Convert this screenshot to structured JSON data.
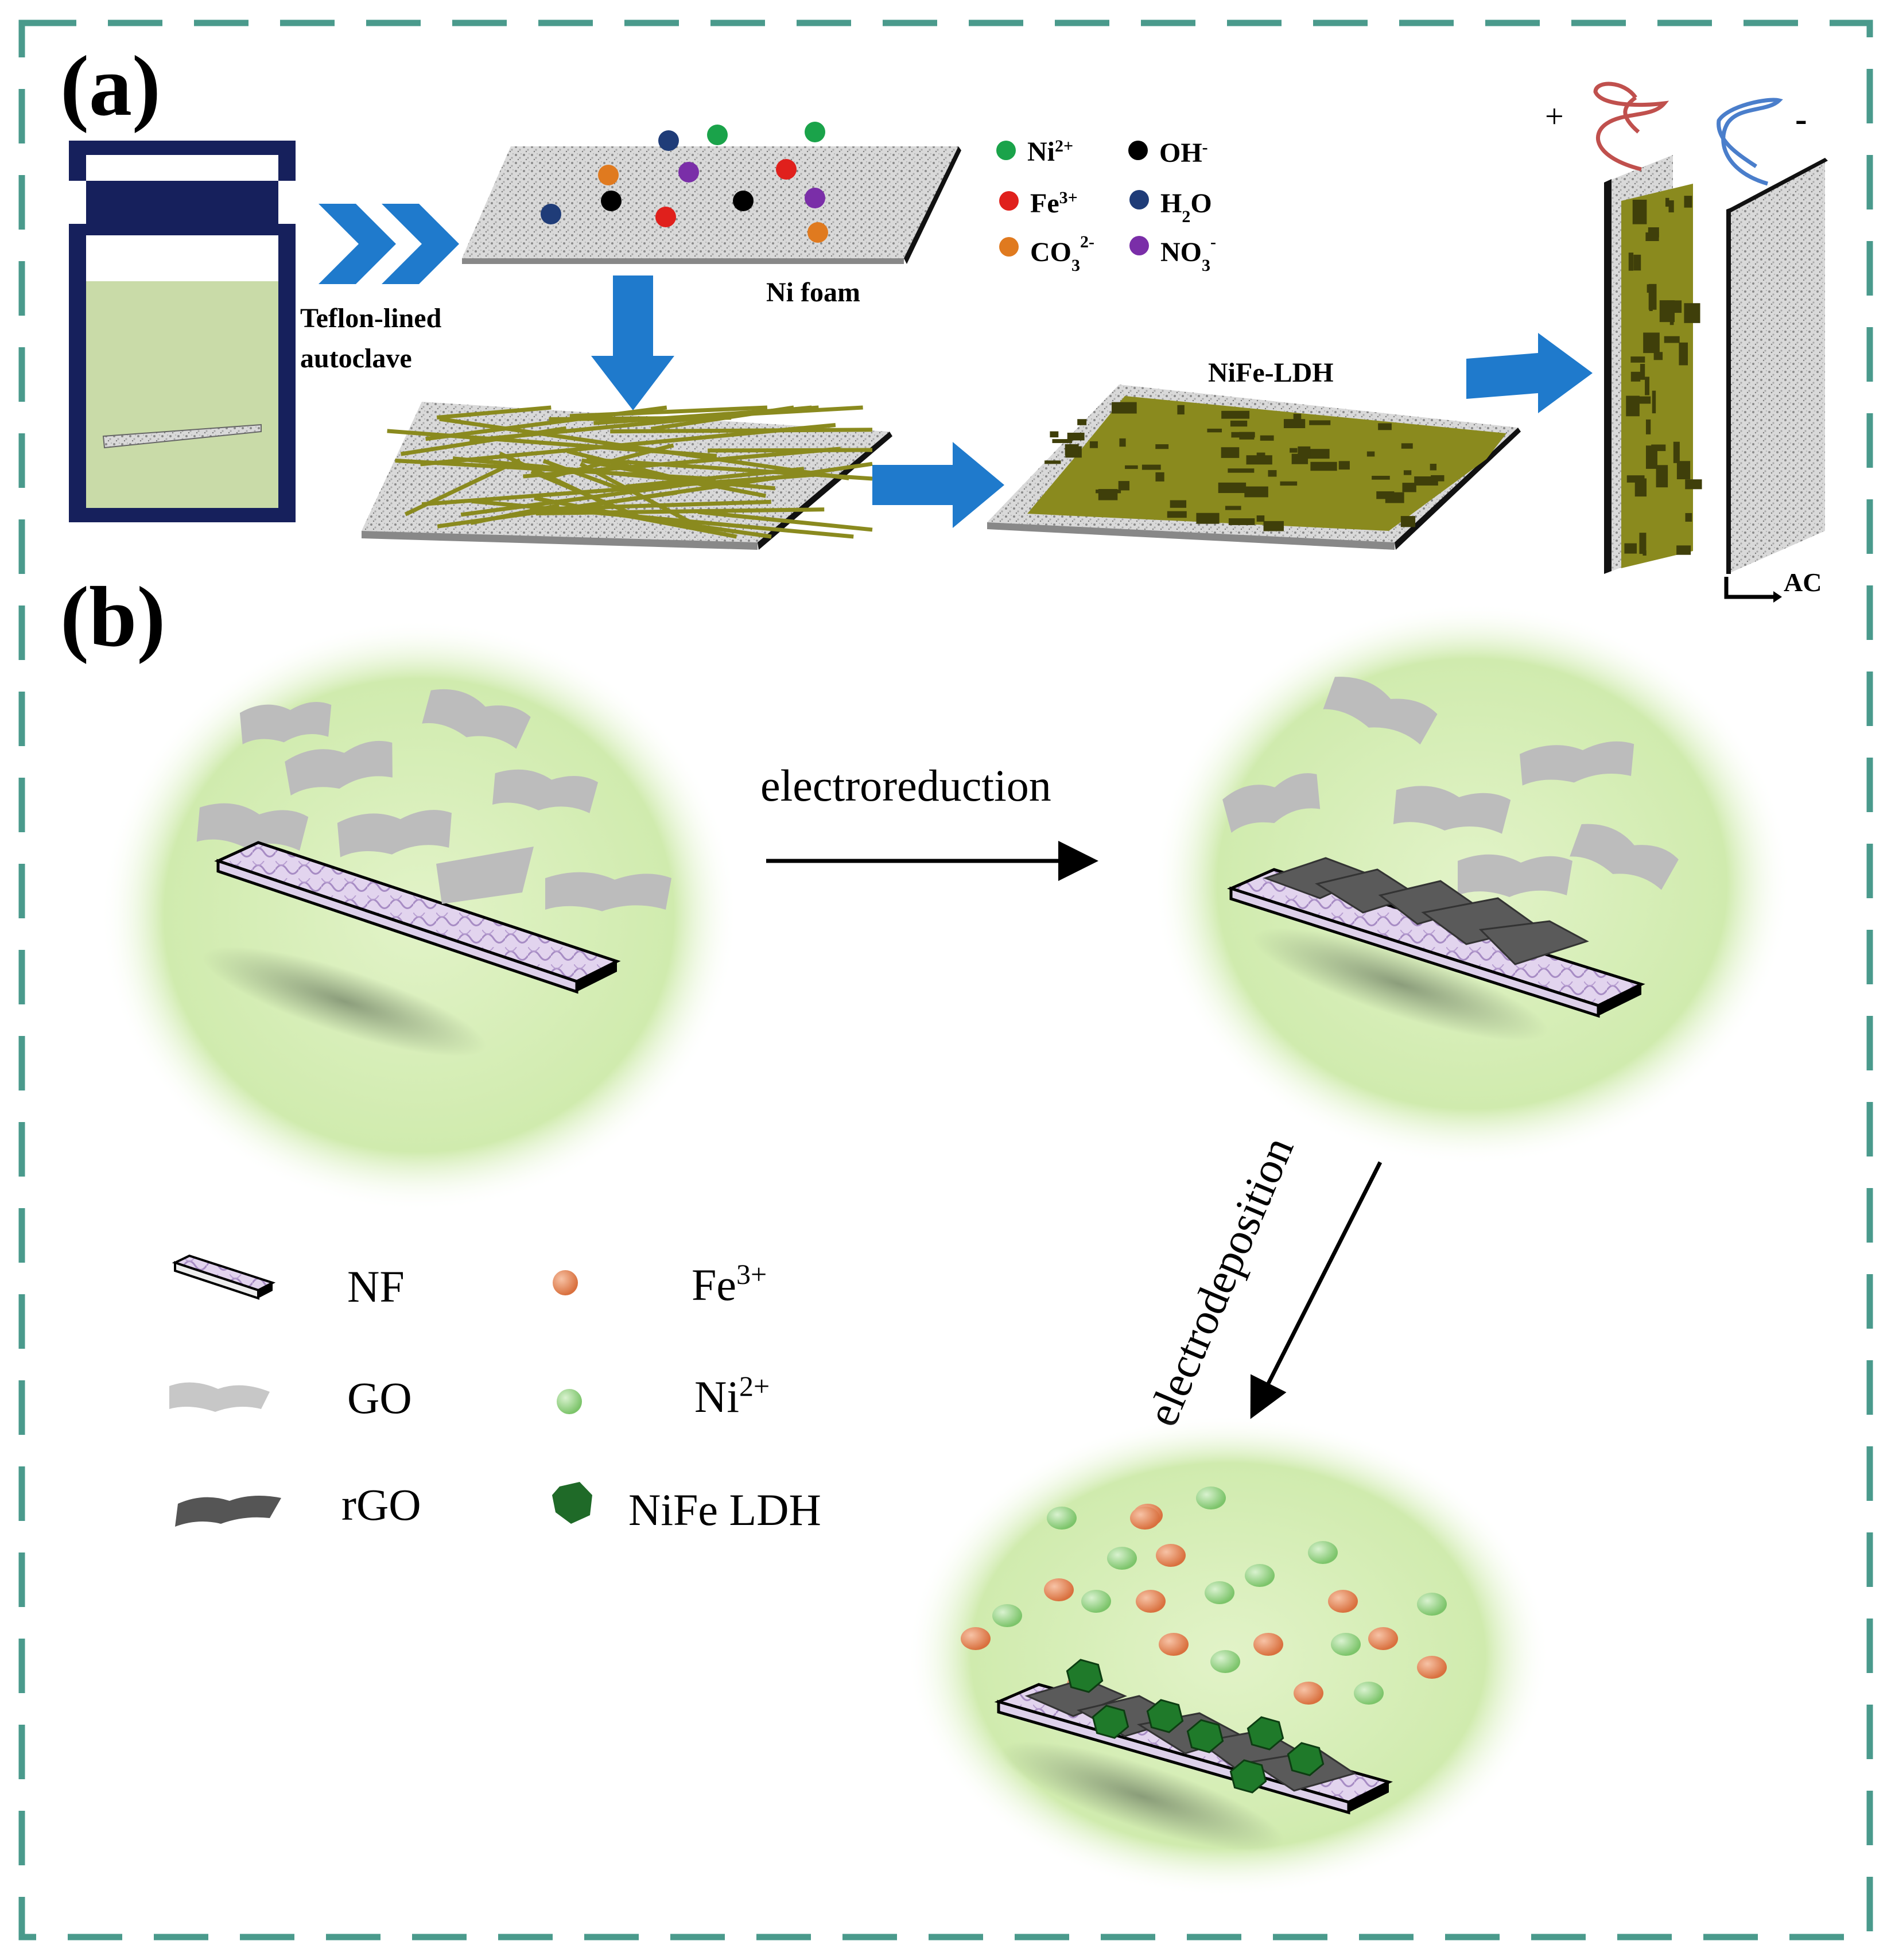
{
  "panel_a": {
    "label": "(a)",
    "autoclave_label_line1": "Teflon-lined",
    "autoclave_label_line2": "autoclave",
    "ni_foam_label": "Ni foam",
    "nife_ldh_label": "NiFe-LDH",
    "plus_sign": "+",
    "minus_sign": "-",
    "ac_label": "AC",
    "legend": [
      {
        "base": "Ni",
        "sup": "2+",
        "sub": "",
        "sup2": "",
        "color": "#1aa34a"
      },
      {
        "base": "OH",
        "sup": "-",
        "sub": "",
        "sup2": "",
        "color": "#000000"
      },
      {
        "base": "Fe",
        "sup": "3+",
        "sub": "",
        "sup2": "",
        "color": "#e0201c"
      },
      {
        "base": "H",
        "sup": "",
        "sub": "2",
        "sup2": "O",
        "color": "#1f3c78"
      },
      {
        "base": "CO",
        "sup": "",
        "sub": "3",
        "sup2": "2-",
        "color": "#e07a1f"
      },
      {
        "base": "NO",
        "sup": "",
        "sub": "3",
        "sup2": "-",
        "color": "#7a2ea8"
      }
    ]
  },
  "panel_b": {
    "label": "(b)",
    "electroreduction": "electroreduction",
    "electrodeposition": "electrodeposition",
    "legend": {
      "nf": "NF",
      "go": "GO",
      "rgo": "rGO",
      "fe_base": "Fe",
      "fe_sup": "3+",
      "ni_base": "Ni",
      "ni_sup": "2+",
      "nife": "NiFe LDH"
    }
  },
  "colors": {
    "frame": "#4a9a8c",
    "arrow_blue": "#1f7acc",
    "navy": "#16205c",
    "solution": "#c9dba8",
    "bubble": "#d4edb4",
    "ldh": "#8a8a1e",
    "ldh_dark": "#4a4a0a",
    "fe_ion": "#e8926a",
    "ni_ion": "#9ed48a",
    "nife_hex": "#1f7a2a",
    "nf_purple": "#cdb8e0",
    "go_gray": "#bfbfbf",
    "rgo_gray": "#555555"
  }
}
